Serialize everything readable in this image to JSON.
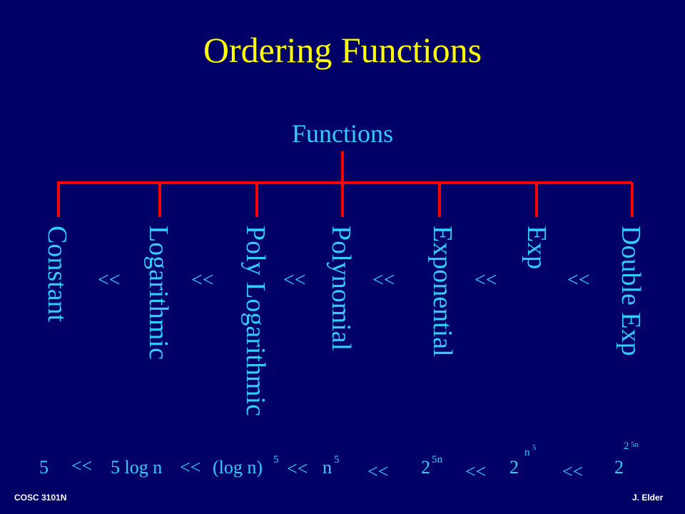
{
  "title": "Ordering Functions",
  "root": "Functions",
  "categories": [
    "Constant",
    "Logarithmic",
    "Poly Logarithmic",
    "Polynomial",
    "Exponential",
    "Exp",
    "Double Exp"
  ],
  "relation": "<<",
  "examples": {
    "constant": "5",
    "logarithmic": "5 log n",
    "polylog_base": "(log n)",
    "polylog_exp": "5",
    "poly_base": "n",
    "poly_exp": "5",
    "exp_base": "2",
    "exp_exp": "5n",
    "expexp_base": "2",
    "expexp_exp_base": "n",
    "expexp_exp_exp": "5",
    "double_base": "2",
    "double_exp_base": "2",
    "double_exp_exp": "5n"
  },
  "footer": {
    "left": "COSC 3101N",
    "right": "J. Elder"
  },
  "colors": {
    "background": "#000066",
    "title": "#ffff00",
    "text": "#33ccff",
    "tree": "#ff0000"
  }
}
